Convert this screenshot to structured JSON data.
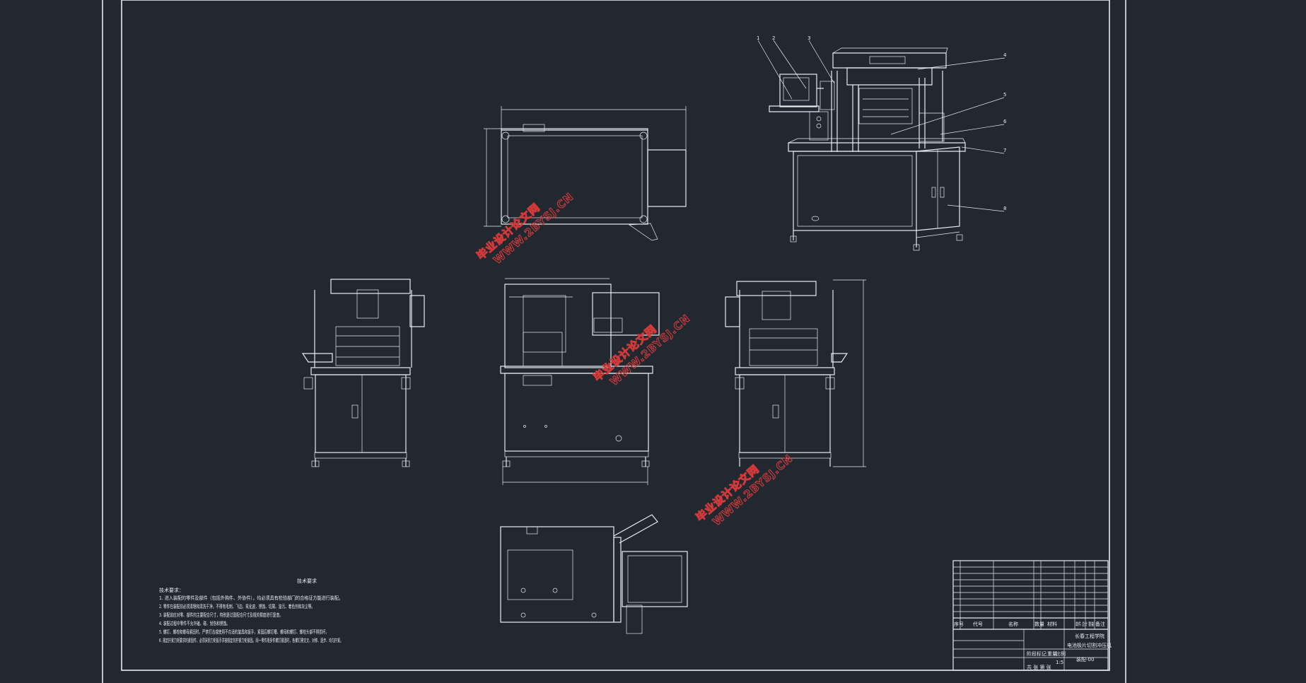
{
  "drawing": {
    "watermarks": [
      {
        "line1": "毕业设计论文网",
        "line2": "WWW.2BYSJ.CN"
      },
      {
        "line1": "毕业设计论文网",
        "line2": "WWW.2BYSJ.CN"
      },
      {
        "line1": "毕业设计论文网",
        "line2": "WWW.2BYSJ.CN"
      }
    ],
    "callouts": [
      "1",
      "2",
      "3",
      "4",
      "5",
      "6",
      "7",
      "8"
    ],
    "tech_requirements": {
      "title": "技术要求",
      "intro": "技术要求：",
      "items": [
        "1. 进入装配的零件及部件（包括外购件、外协件），均必须具有检验部门的合格证方能进行装配。",
        "2. 零件在装配前必须清理和清洗干净，不得有毛刺、飞边、氧化皮、锈蚀、切屑、油污、着色剂和灰尘等。",
        "3. 装配前应对零、部件的主要配合尺寸，特别是过盈配合尺寸及相关精度进行复查。",
        "4. 装配过程中零件不允许磕、碰、划伤和锈蚀。",
        "5. 螺钉、螺栓和螺母紧固时，严禁打击或使用不合适的旋具和扳手，紧固后螺钉槽、螺母和螺钉、螺栓头部不得损坏。",
        "6. 规定拧紧力矩要求的紧固件，必须采用力矩扳手并按规定的拧紧力矩紧固。同一零件用多件螺钉紧固时，各螺钉需交叉、对称、逐步、均匀拧紧。"
      ]
    },
    "title_block": {
      "school": "长春工程学院",
      "product": "电池极片切割冲压机",
      "drawing_no": "装配-00",
      "header_cols": [
        "序号",
        "代号",
        "名称",
        "数量",
        "材料",
        "单件 总计 重量",
        "备注"
      ],
      "stage_label": "阶段标记",
      "weight_label": "重量",
      "scale_label": "比例",
      "scale_value": "1:5",
      "sheet": "共 张 第 张"
    }
  }
}
